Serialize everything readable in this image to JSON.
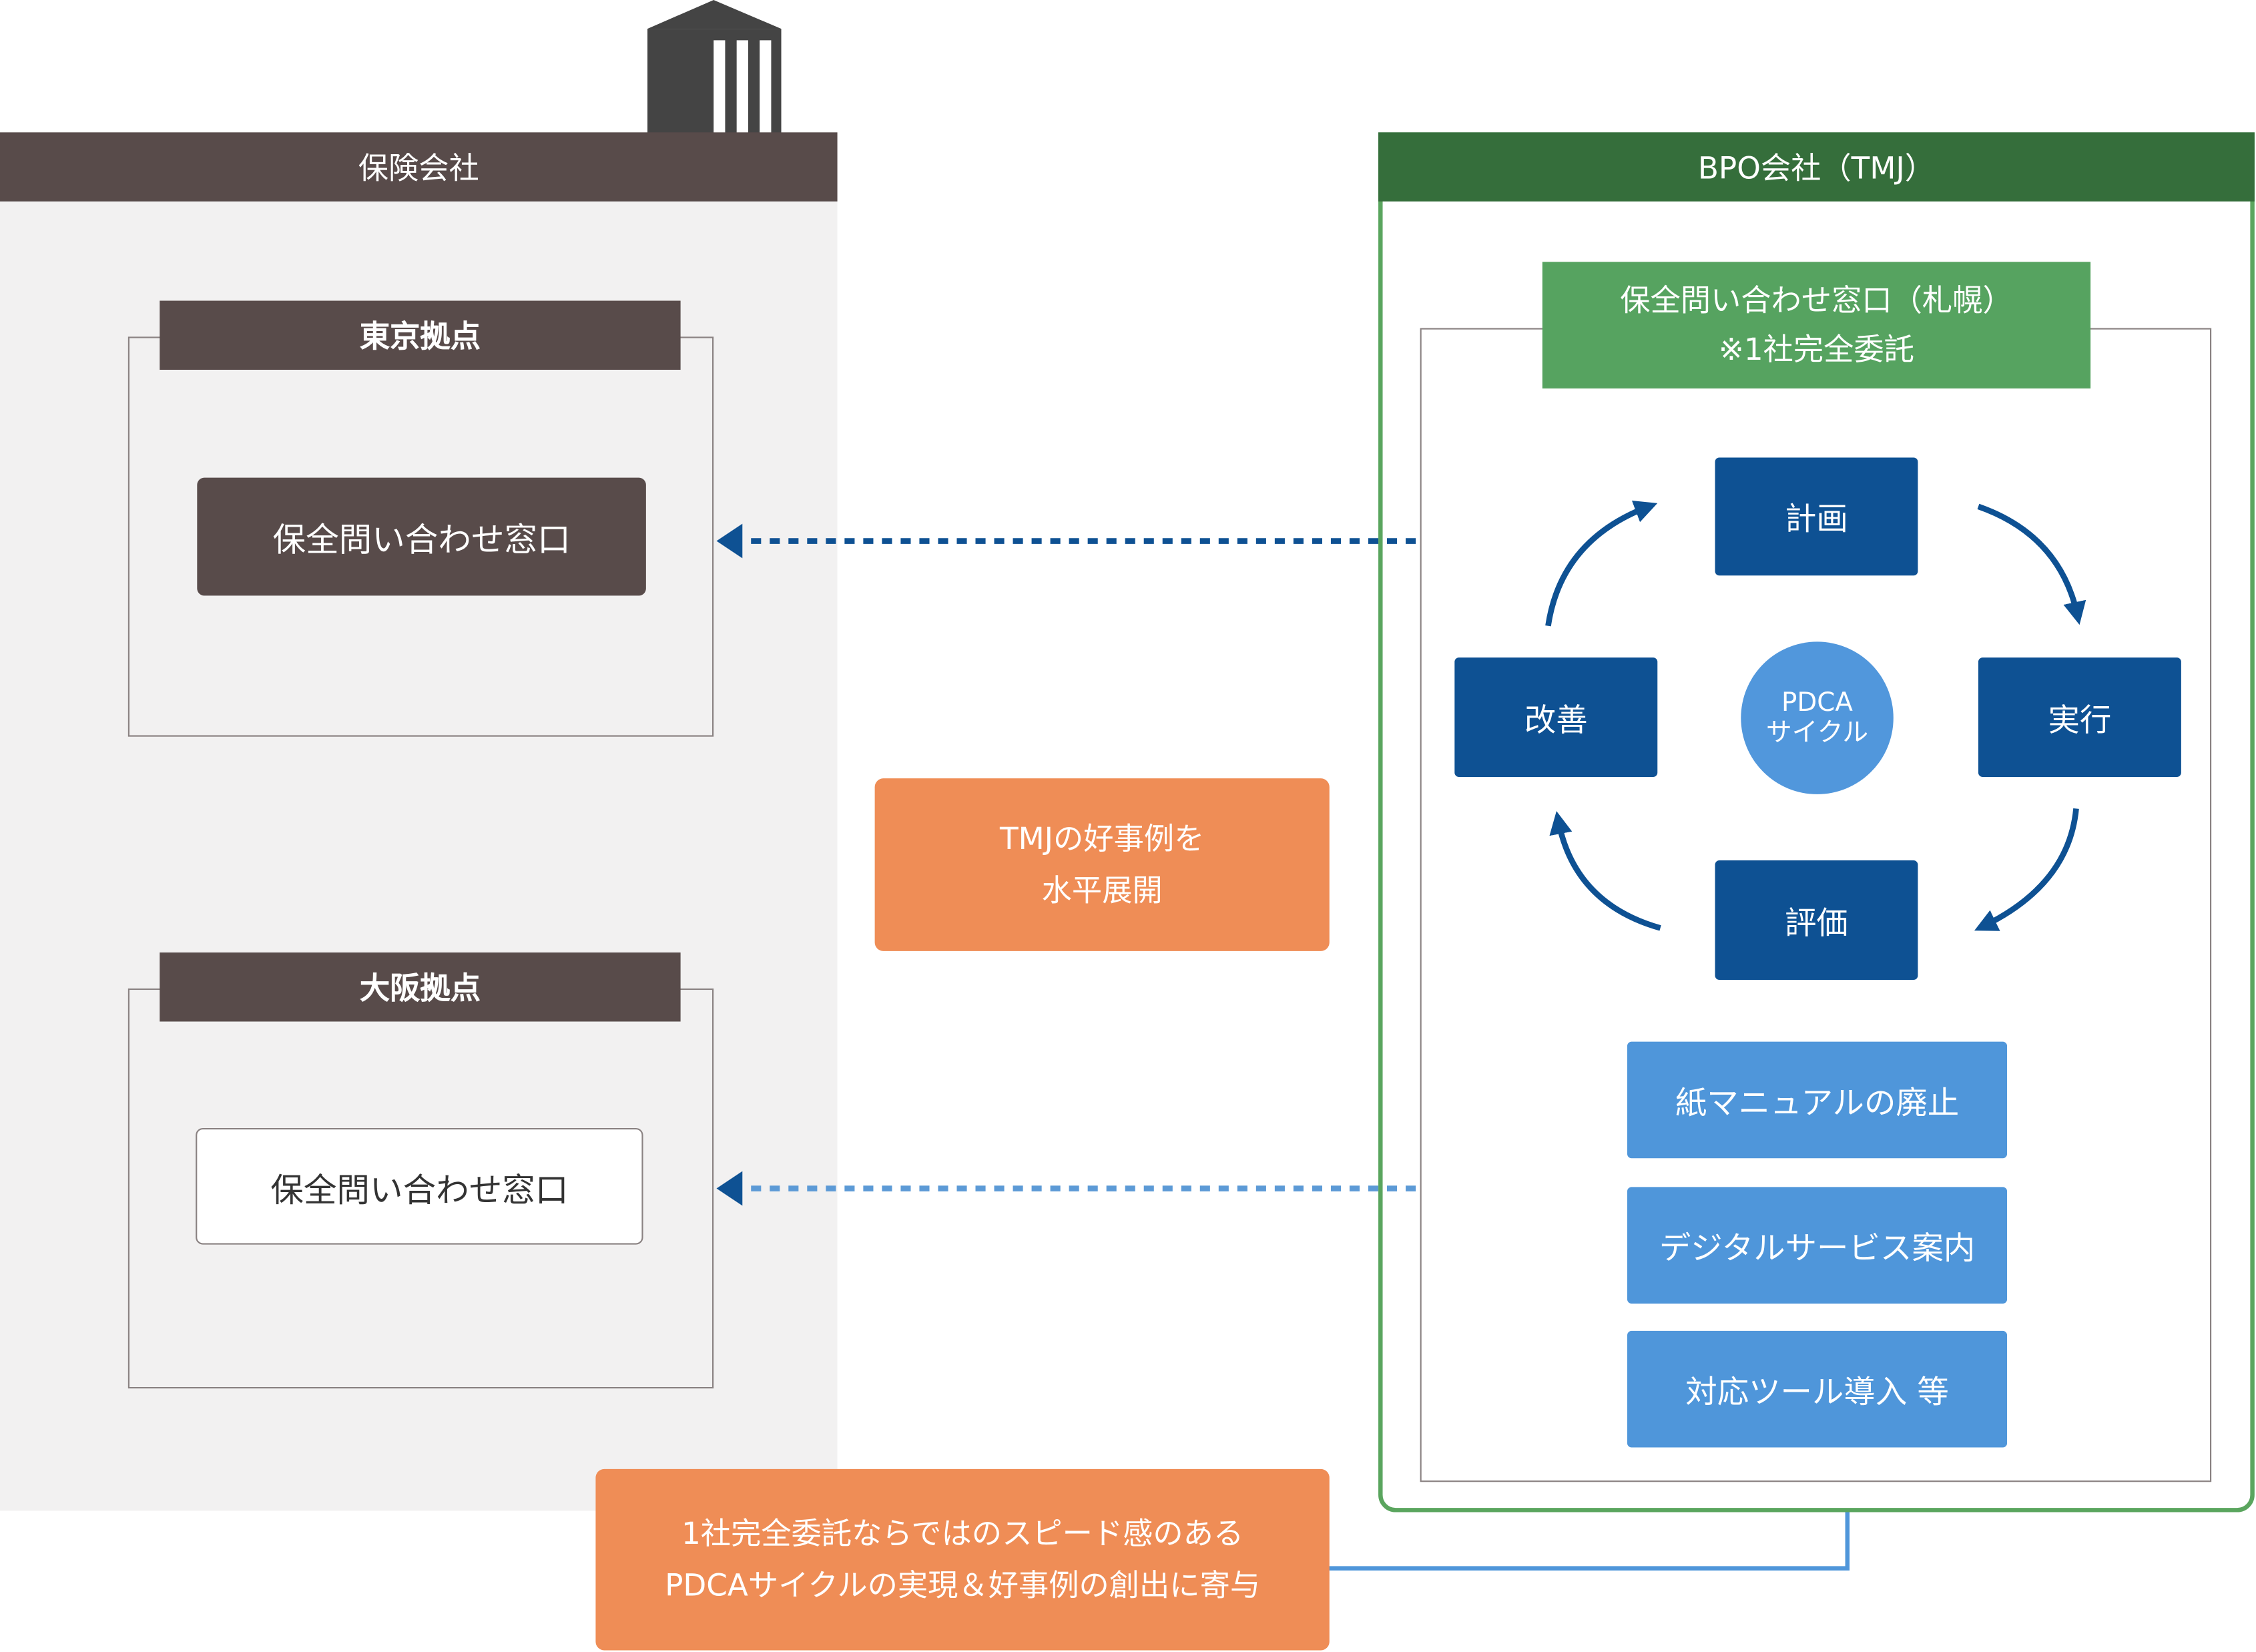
{
  "insurer": {
    "title": "保険会社",
    "tokyo": {
      "label": "東京拠点",
      "window": "保全問い合わせ窓口"
    },
    "osaka": {
      "label": "大阪拠点",
      "window": "保全問い合わせ窓口"
    }
  },
  "bpo": {
    "title": "BPO会社（TMJ）",
    "window_label_line1": "保全問い合わせ窓口（札幌）",
    "window_label_line2": "※1社完全委託",
    "pdca": {
      "plan": "計画",
      "do": "実行",
      "check": "評価",
      "act": "改善",
      "center_line1": "PDCA",
      "center_line2": "サイクル"
    },
    "measures": [
      "紙マニュアルの廃止",
      "デジタルサービス案内",
      "対応ツール導入 等"
    ]
  },
  "callouts": {
    "middle_line1": "TMJの好事例を",
    "middle_line2": "水平展開",
    "bottom_line1": "1社完全委託ならではのスピード感のある",
    "bottom_line2": "PDCAサイクルの実現＆好事例の創出に寄与"
  },
  "colors": {
    "insurer_brown": "#584b4a",
    "bpo_dark_green": "#356e3b",
    "bpo_green": "#56a360",
    "pdca_blue": "#0e5193",
    "light_blue": "#4f96da",
    "orange": "#ef8d56"
  }
}
